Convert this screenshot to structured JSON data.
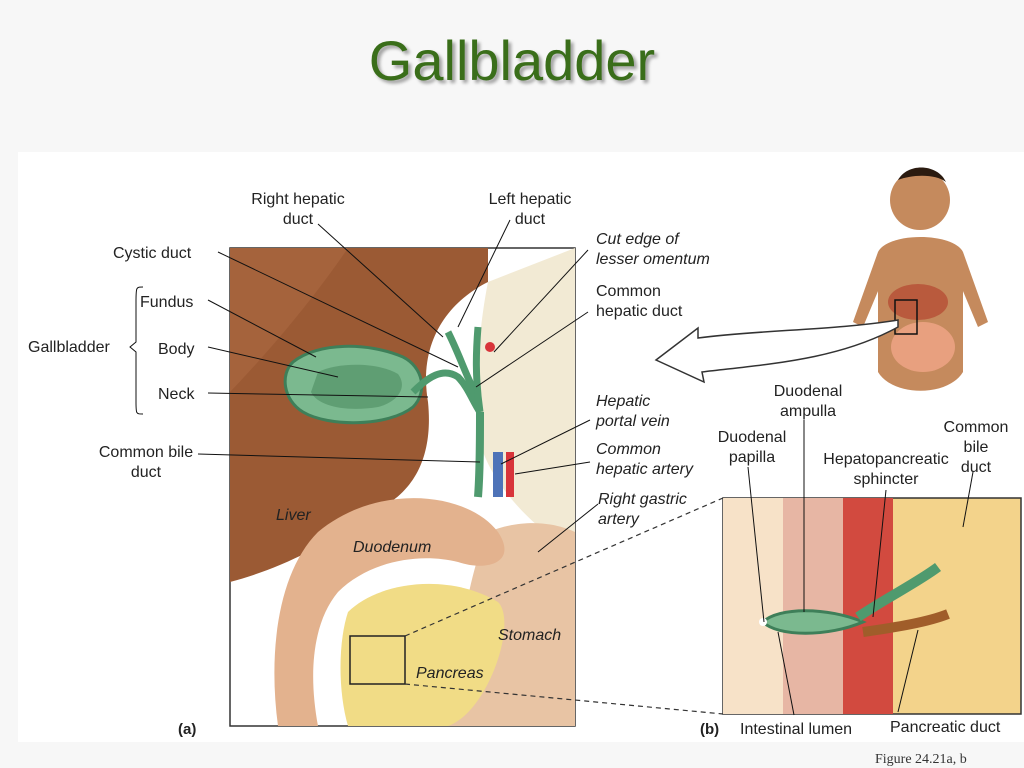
{
  "title": "Gallbladder",
  "figure_ref": "Figure 24.21a, b",
  "panels": {
    "a": "(a)",
    "b": "(b)"
  },
  "labels_a": {
    "right_hepatic_duct": [
      "Right hepatic",
      "duct"
    ],
    "left_hepatic_duct": [
      "Left hepatic",
      "duct"
    ],
    "cystic_duct": "Cystic duct",
    "cut_edge": [
      "Cut edge of",
      "lesser omentum"
    ],
    "common_hepatic_duct": [
      "Common",
      "hepatic duct"
    ],
    "gallbladder": "Gallbladder",
    "fundus": "Fundus",
    "body": "Body",
    "neck": "Neck",
    "common_bile_duct": [
      "Common bile",
      "duct"
    ],
    "hepatic_portal_vein": [
      "Hepatic",
      "portal vein"
    ],
    "common_hepatic_artery": [
      "Common",
      "hepatic artery"
    ],
    "right_gastric_artery": [
      "Right gastric",
      "artery"
    ],
    "liver": "Liver",
    "duodenum": "Duodenum",
    "stomach": "Stomach",
    "pancreas": "Pancreas"
  },
  "labels_b": {
    "duodenal_ampulla": [
      "Duodenal",
      "ampulla"
    ],
    "duodenal_papilla": [
      "Duodenal",
      "papilla"
    ],
    "hepatopancreatic_sphincter": [
      "Hepatopancreatic",
      "sphincter"
    ],
    "common_bile_duct": [
      "Common",
      "bile",
      "duct"
    ],
    "intestinal_lumen": "Intestinal lumen",
    "pancreatic_duct": "Pancreatic duct"
  },
  "colors": {
    "title": "#3a6e1a",
    "liver": "#9b5a34",
    "gallbladder": "#7bb98f",
    "duct": "#4f9a6e",
    "duodenum": "#e3b28e",
    "pancreas": "#f1dc86",
    "artery": "#d8343a",
    "vein": "#4e73b8"
  }
}
